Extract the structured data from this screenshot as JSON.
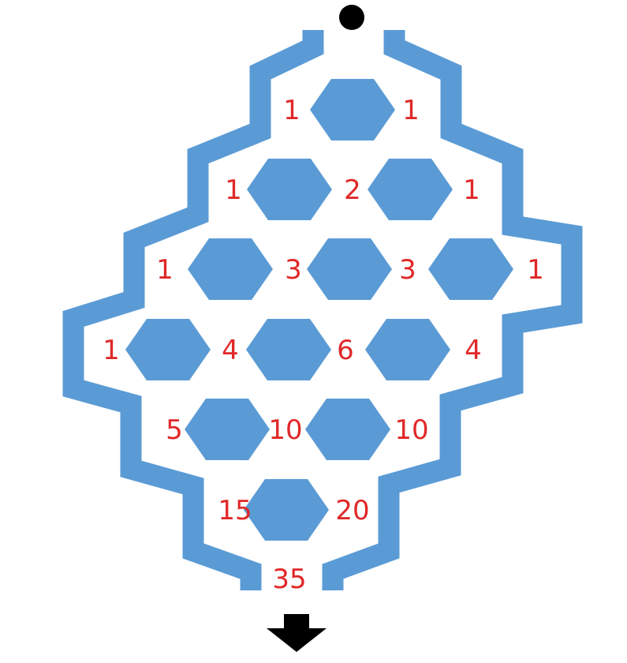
{
  "colors": {
    "wall": "#5b9bd5",
    "hexagon": "#5b9bd5",
    "number": "#e02828",
    "ball": "#000000",
    "arrow": "#000000",
    "background": "#ffffff"
  },
  "icons": {
    "start": "ball-icon",
    "exit": "arrow-down-icon"
  },
  "rows": [
    {
      "hexagons": 1,
      "counts": [
        "1",
        "1"
      ]
    },
    {
      "hexagons": 2,
      "counts": [
        "1",
        "2",
        "1"
      ]
    },
    {
      "hexagons": 3,
      "counts": [
        "1",
        "3",
        "3",
        "1"
      ]
    },
    {
      "hexagons": 3,
      "counts": [
        "1",
        "4",
        "6",
        "4"
      ]
    },
    {
      "hexagons": 2,
      "counts": [
        "5",
        "10",
        "10"
      ]
    },
    {
      "hexagons": 1,
      "counts": [
        "15",
        "20"
      ]
    }
  ],
  "exit_count": "35"
}
